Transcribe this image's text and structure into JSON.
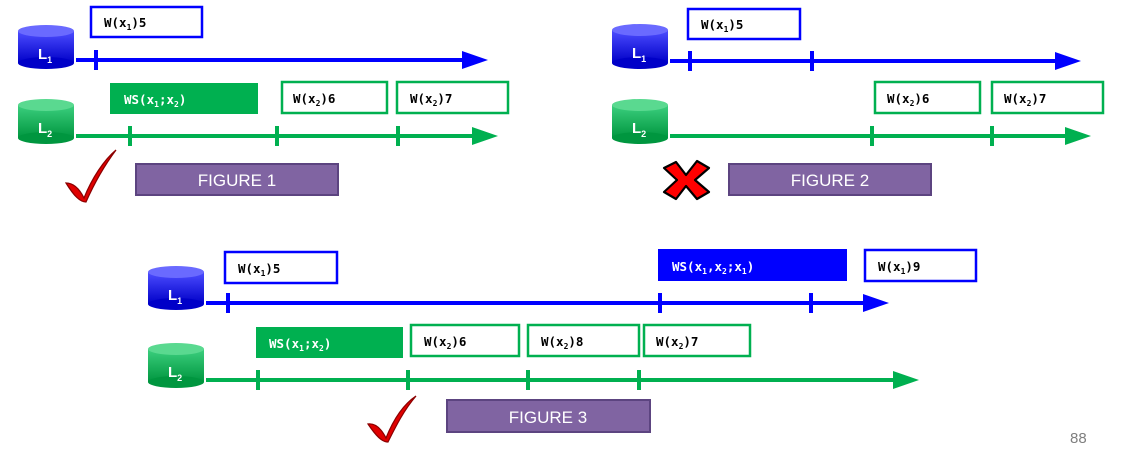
{
  "colors": {
    "blue": "#0000ff",
    "green": "#00b050",
    "purple": "#8064a2",
    "check": "#e00000",
    "cross": "#ff0000"
  },
  "figures": {
    "fig1": {
      "caption": "FIGURE 1",
      "status": "check-icon",
      "L1": {
        "base": "L",
        "sub": "1"
      },
      "L2": {
        "base": "L",
        "sub": "2"
      },
      "log1_ops": [
        {
          "base": "W(x",
          "sub": "1",
          "rest": ")5",
          "style": "outline"
        }
      ],
      "log2_ops": [
        {
          "base": "WS(x",
          "sub": "1",
          "mid": ";x",
          "sub2": "2",
          "rest": ")",
          "style": "filled"
        },
        {
          "base": "W(x",
          "sub": "2",
          "rest": ")6",
          "style": "outline"
        },
        {
          "base": "W(x",
          "sub": "2",
          "rest": ")7",
          "style": "outline"
        }
      ]
    },
    "fig2": {
      "caption": "FIGURE 2",
      "status": "cross-icon",
      "L1": {
        "base": "L",
        "sub": "1"
      },
      "L2": {
        "base": "L",
        "sub": "2"
      },
      "log1_ops": [
        {
          "base": "W(x",
          "sub": "1",
          "rest": ")5",
          "style": "outline"
        }
      ],
      "log2_ops": [
        {
          "base": "W(x",
          "sub": "2",
          "rest": ")6",
          "style": "outline"
        },
        {
          "base": "W(x",
          "sub": "2",
          "rest": ")7",
          "style": "outline"
        }
      ]
    },
    "fig3": {
      "caption": "FIGURE 3",
      "status": "check-icon",
      "L1": {
        "base": "L",
        "sub": "1"
      },
      "L2": {
        "base": "L",
        "sub": "2"
      },
      "log1_ops": [
        {
          "base": "W(x",
          "sub": "1",
          "rest": ")5",
          "style": "outline"
        },
        {
          "base": "WS(x",
          "sub": "1",
          "mid": ",x",
          "sub2": "2",
          "rest": ";x",
          "sub3": "1",
          "end": ")",
          "style": "filled"
        },
        {
          "base": "W(x",
          "sub": "1",
          "rest": ")9",
          "style": "outline"
        }
      ],
      "log2_ops": [
        {
          "base": "WS(x",
          "sub": "1",
          "mid": ";x",
          "sub2": "2",
          "rest": ")",
          "style": "filled"
        },
        {
          "base": "W(x",
          "sub": "2",
          "rest": ")6",
          "style": "outline"
        },
        {
          "base": "W(x",
          "sub": "2",
          "rest": ")8",
          "style": "outline"
        },
        {
          "base": "W(x",
          "sub": "2",
          "rest": ")7",
          "style": "outline"
        }
      ]
    }
  },
  "page_number": "88"
}
